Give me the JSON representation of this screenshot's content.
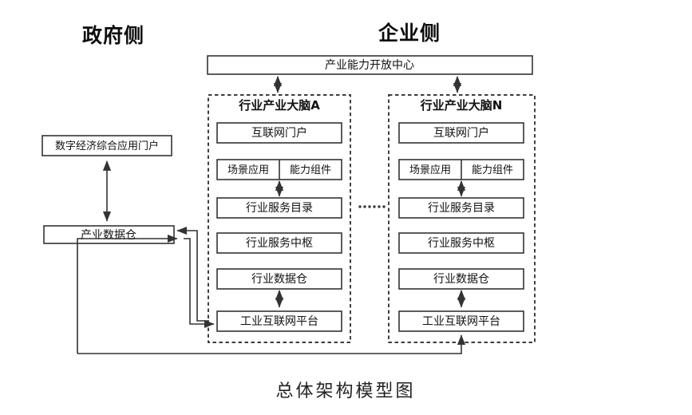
{
  "figure": {
    "caption": "总体架构模型图"
  },
  "sides": {
    "government": {
      "title": "政府侧"
    },
    "enterprise": {
      "title": "企业侧"
    }
  },
  "top": {
    "center_label": "产业能力开放中心"
  },
  "government_boxes": [
    {
      "label": "数字经济综合应用门户"
    },
    {
      "label": "产业数据仓"
    }
  ],
  "brains": [
    {
      "title": "行业产业大脑A",
      "rows": [
        {
          "type": "single",
          "label": "互联网门户"
        },
        {
          "type": "split",
          "left_label": "场景应用",
          "right_label": "能力组件"
        },
        {
          "type": "single",
          "label": "行业服务目录"
        },
        {
          "type": "single",
          "label": "行业服务中枢"
        },
        {
          "type": "single",
          "label": "行业数据仓"
        },
        {
          "type": "single",
          "label": "工业互联网平台"
        }
      ]
    },
    {
      "title": "行业产业大脑N",
      "rows": [
        {
          "type": "single",
          "label": "互联网门户"
        },
        {
          "type": "split",
          "left_label": "场景应用",
          "right_label": "能力组件"
        },
        {
          "type": "single",
          "label": "行业服务目录"
        },
        {
          "type": "single",
          "label": "行业服务中枢"
        },
        {
          "type": "单",
          "label": "行业数据仓"
        },
        {
          "type": "single",
          "label": "工业互联网平台"
        }
      ]
    }
  ],
  "ellipsis": {
    "text": "......",
    "dots": 6
  },
  "colors": {
    "stroke": "#333333",
    "dash_stroke": "#222222",
    "text": "#111111",
    "background": "#ffffff"
  }
}
